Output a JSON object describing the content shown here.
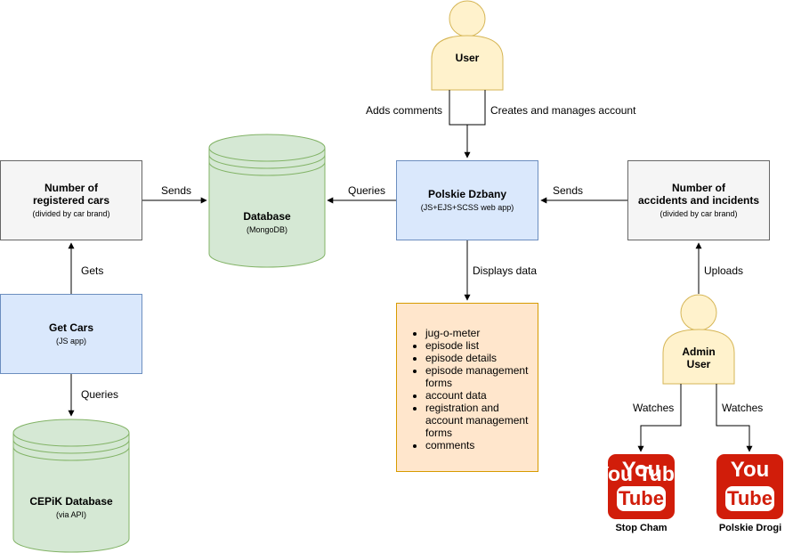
{
  "user": {
    "label": "User"
  },
  "admin": {
    "label": "Admin\nUser"
  },
  "registered_cars": {
    "title": "Number of\nregistered cars",
    "subtitle": "(divided by car brand)"
  },
  "database": {
    "title": "Database",
    "subtitle": "(MongoDB)"
  },
  "webapp": {
    "title": "Polskie Dzbany",
    "subtitle": "(JS+EJS+SCSS web app)"
  },
  "accidents": {
    "title": "Number of\naccidents and incidents",
    "subtitle": "(divided by car brand)"
  },
  "get_cars": {
    "title": "Get Cars",
    "subtitle": "(JS app)"
  },
  "cepik": {
    "title": "CEPiK Database",
    "subtitle": "(via API)"
  },
  "features": {
    "items": [
      "jug-o-meter",
      "episode list",
      "episode details",
      "episode management forms",
      "account data",
      "registration and account management forms",
      "comments"
    ]
  },
  "edges": {
    "adds_comments": "Adds comments",
    "creates_account": "Creates and manages account",
    "sends_left": "Sends",
    "queries_db": "Queries",
    "sends_right": "Sends",
    "gets": "Gets",
    "queries_cepik": "Queries",
    "displays_data": "Displays data",
    "uploads": "Uploads",
    "watches_left": "Watches",
    "watches_right": "Watches"
  },
  "channels": [
    {
      "icon": "youtube-logo-icon",
      "logo_text": "You Tube",
      "name": "Stop Cham"
    },
    {
      "icon": "youtube-logo-icon",
      "logo_text": "You Tube",
      "name": "Polskie Drogi"
    }
  ],
  "colors": {
    "actor_fill": "#fff2cc",
    "actor_stroke": "#d6b656",
    "db_fill": "#d5e8d4",
    "db_stroke": "#82b366",
    "youtube_red": "#d11d0a"
  }
}
